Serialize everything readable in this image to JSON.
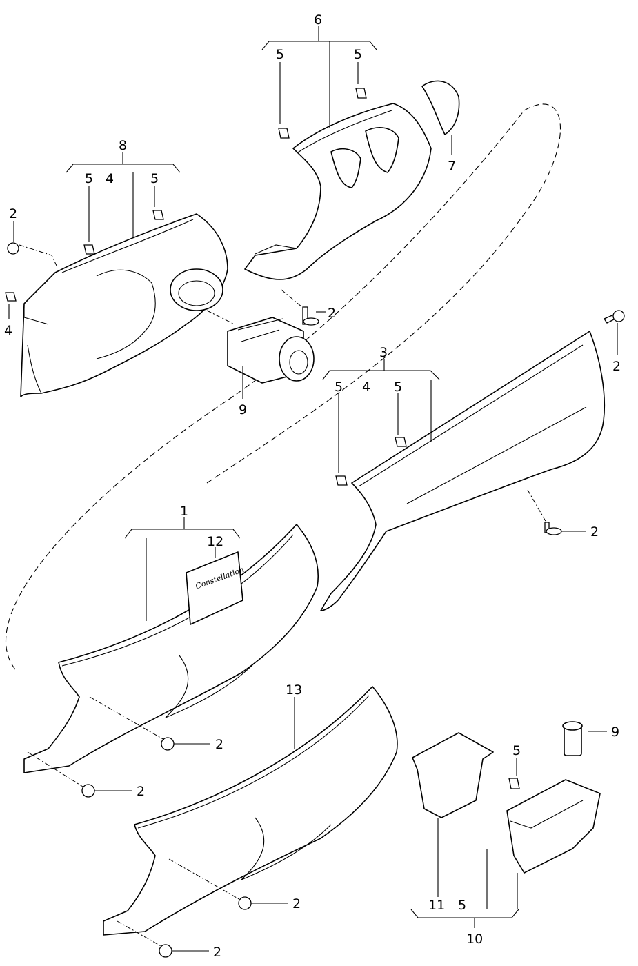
{
  "diagram": {
    "labels": {
      "l6": "6",
      "l6a": "5",
      "l6b": "5",
      "l7": "7",
      "l8": "8",
      "l8a": "5",
      "l8b": "4",
      "l8c": "5",
      "l2a": "2",
      "l4a": "4",
      "l2b": "2",
      "l9a": "9",
      "l2c": "2",
      "l3": "3",
      "l3a": "5",
      "l3b": "4",
      "l3c": "5",
      "l2d": "2",
      "l1": "1",
      "l12": "12",
      "l2e": "2",
      "l2f": "2",
      "l13": "13",
      "l2g": "2",
      "l2h": "2",
      "l9b": "9",
      "l5a": "5",
      "l11": "11",
      "l5b": "5",
      "l10": "10"
    },
    "badge_text": "Constellation"
  }
}
